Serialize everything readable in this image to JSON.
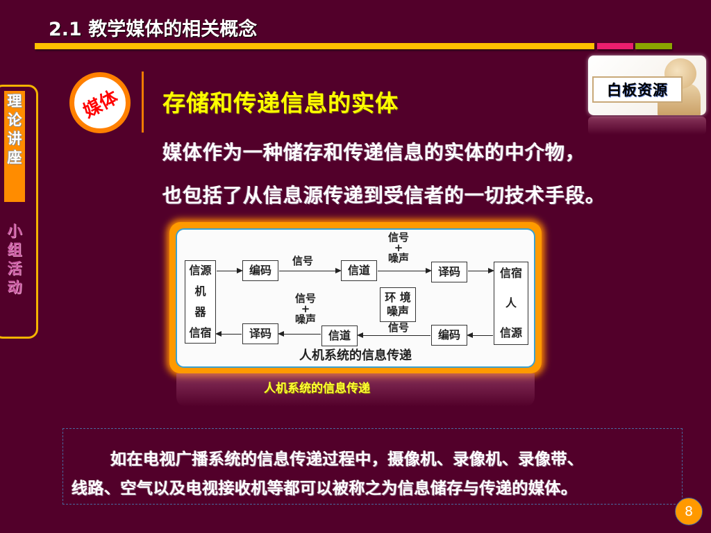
{
  "header": {
    "title": "2.1 教学媒体的相关概念",
    "bar_colors": [
      "#ffc000",
      "#ea1e6e",
      "#8aa400"
    ]
  },
  "sidenav": {
    "items": [
      {
        "label": "理论讲座",
        "chars": [
          "理",
          "论",
          "讲",
          "座"
        ],
        "active": true
      },
      {
        "label": "小组活动",
        "chars": [
          "小",
          "组",
          "活",
          "动"
        ],
        "active": false
      }
    ]
  },
  "badge": {
    "label": "媒体"
  },
  "whiteboard": {
    "label": "白板资源"
  },
  "main": {
    "heading": "存储和传递信息的实体",
    "lines": [
      "媒体作为一种储存和传递信息的实体的中介物，",
      "也包括了从信息源传递到受信者的一切技术手段。"
    ]
  },
  "diagram": {
    "boxes": {
      "left": "信源机器信宿",
      "left_lines": [
        "信源",
        "机",
        "器",
        "信宿"
      ],
      "encode_top": "编码",
      "channel_top": "信道",
      "decode_top": "译码",
      "right_lines": [
        "信宿",
        "人",
        "信源"
      ],
      "noise": [
        "环 境",
        "噪声"
      ],
      "decode_bottom": "译码",
      "channel_bottom": "信道",
      "encode_bottom": "编码"
    },
    "labels": {
      "signal_top": "信号",
      "signal_noise_top": [
        "信号",
        "+",
        "噪声"
      ],
      "signal_noise_bottom": [
        "信号",
        "+",
        "噪声"
      ],
      "signal_bottom": "信号"
    },
    "inner_caption": "人机系统的信息传递"
  },
  "caption": "人机系统的信息传递",
  "note": {
    "line1": "如在电视广播系统的信息传递过程中，摄像机、录像机、录像带、",
    "line2": "线路、空气以及电视接收机等都可以被称之为信息储存与传递的媒体。"
  },
  "page_number": "8"
}
